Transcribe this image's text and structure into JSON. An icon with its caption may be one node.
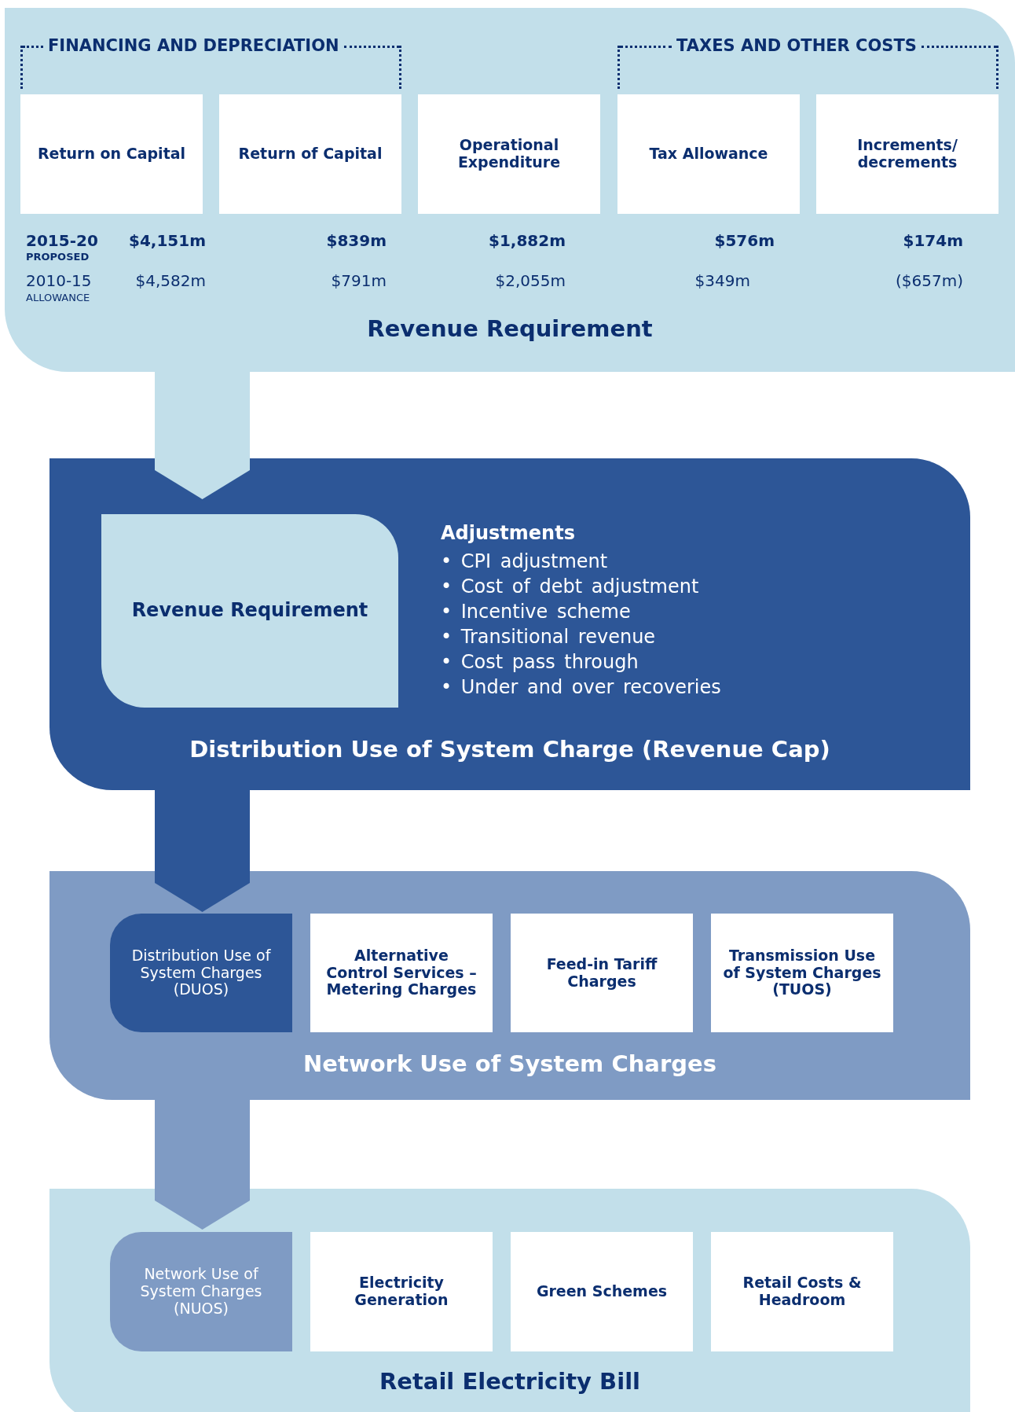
{
  "diagram": {
    "nodes": [
      {
        "text": [
          "Revenue Requirement"
        ]
      },
      {
        "text": [
          "Return on Capital"
        ],
        "in": 0
      },
      {
        "text": [
          "Return of Capital"
        ],
        "in": 0
      },
      {
        "text": [
          "Operational Expenditure"
        ],
        "in": 0
      },
      {
        "text": [
          "Tax Allowance"
        ],
        "in": 0
      },
      {
        "text": [
          "Increments/ decrements"
        ],
        "in": 0
      },
      {
        "text": [
          "Adjustments",
          "• CPI adjustment",
          "• Cost of debt adjustment",
          "• Incentive scheme",
          "• Transitional revenue",
          "• Cost pass through",
          "• Under and over recoveries",
          "Distribution Use of System Charge (Revenue Cap)"
        ]
      },
      {
        "text": [
          "Revenue Requirement"
        ],
        "in": 6
      },
      {
        "text": [
          "Network Use of System Charges"
        ]
      },
      {
        "text": [
          "Distribution Use of System Charges (DUOS)"
        ],
        "in": 8
      },
      {
        "text": [
          "Alternative Control Services – Metering Charges"
        ],
        "in": 8
      },
      {
        "text": [
          "Feed-in Tariff Charges"
        ],
        "in": 8
      },
      {
        "text": [
          "Transmission Use of System Charges (TUOS)"
        ],
        "in": 8
      },
      {
        "text": [
          "Retail Electricity Bill"
        ]
      },
      {
        "text": [
          "Network Use of System Charges (NUOS)"
        ],
        "in": 13
      },
      {
        "text": [
          "Electricity Generation"
        ],
        "in": 13
      },
      {
        "text": [
          "Green Schemes"
        ],
        "in": 13
      },
      {
        "text": [
          "Retail Costs & Headroom"
        ],
        "in": 13
      }
    ],
    "edges": [
      {
        "from": 0,
        "to": 6,
        "arrow": "to",
        "color": "#c2dfea"
      },
      {
        "from": 6,
        "to": 8,
        "arrow": "to",
        "color": "#2d5697"
      },
      {
        "from": 8,
        "to": 13,
        "arrow": "to",
        "color": "#7f9bc4"
      }
    ],
    "labels": [
      "FINANCING AND DEPRECIATION",
      "TAXES AND OTHER COSTS",
      "2015-20",
      "PROPOSED",
      "$4,151m",
      "$839m",
      "$1,882m",
      "$576m",
      "$174m",
      "2010-15",
      "ALLOWANCE",
      "$4,582m",
      "$791m",
      "$2,055m",
      "$349m",
      "($657m)"
    ]
  }
}
